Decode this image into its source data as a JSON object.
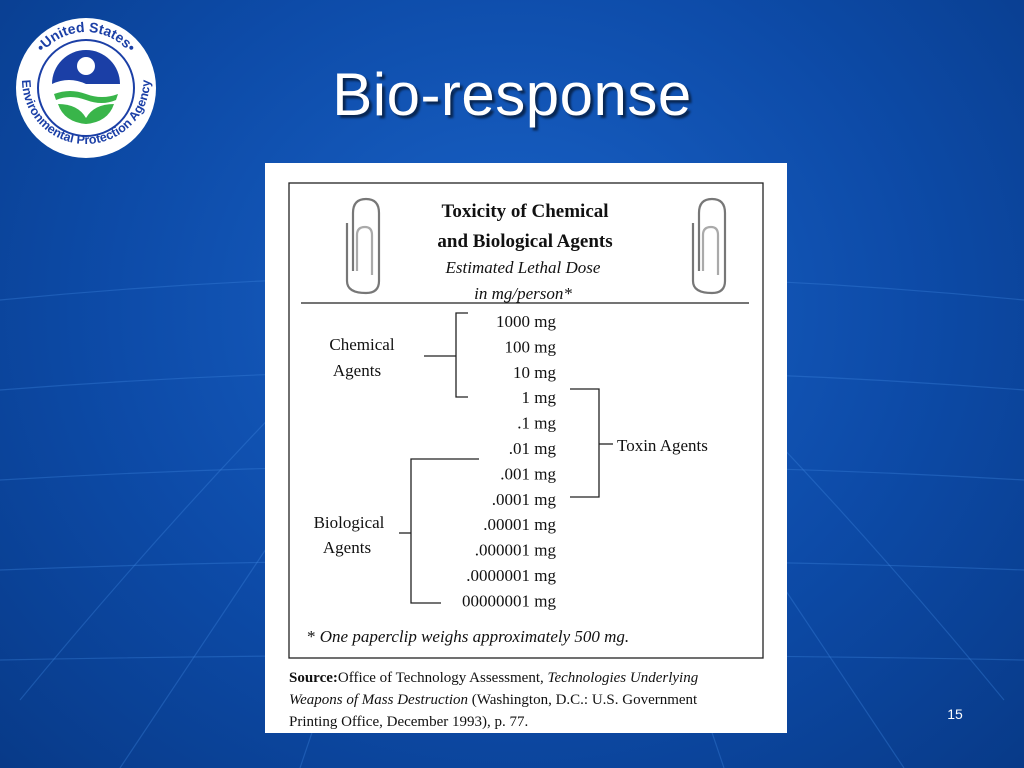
{
  "slide": {
    "title": "Bio-response",
    "page_number": "15"
  },
  "logo": {
    "top_text": "•United States•",
    "bottom_text": "Environmental Protection Agency",
    "colors": {
      "blue": "#1b3fa6",
      "green": "#39b54a",
      "white": "#ffffff"
    }
  },
  "figure": {
    "title_line1": "Toxicity of Chemical",
    "title_line2": "and Biological Agents",
    "subtitle_line1": "Estimated Lethal Dose",
    "subtitle_line2": "in mg/person*",
    "doses": [
      "1000 mg",
      "100 mg",
      "10 mg",
      "1 mg",
      ".1 mg",
      ".01 mg",
      ".001 mg",
      ".0001 mg",
      ".00001 mg",
      ".000001 mg",
      ".0000001 mg",
      "00000001 mg"
    ],
    "chemical_label_line1": "Chemical",
    "chemical_label_line2": "Agents",
    "toxin_label": "Toxin Agents",
    "biological_label_line1": "Biological",
    "biological_label_line2": "Agents",
    "footnote_star": "*",
    "footnote_text": "One paperclip weighs approximately 500 mg.",
    "source_label": "Source:",
    "source_line1_a": "Office of Technology Assessment, ",
    "source_line1_b": "Technologies Underlying",
    "source_line2_a": "Weapons of Mass Destruction",
    "source_line2_b": " (Washington, D.C.: U.S. Government",
    "source_line3": "Printing Office, December 1993), p. 77."
  }
}
